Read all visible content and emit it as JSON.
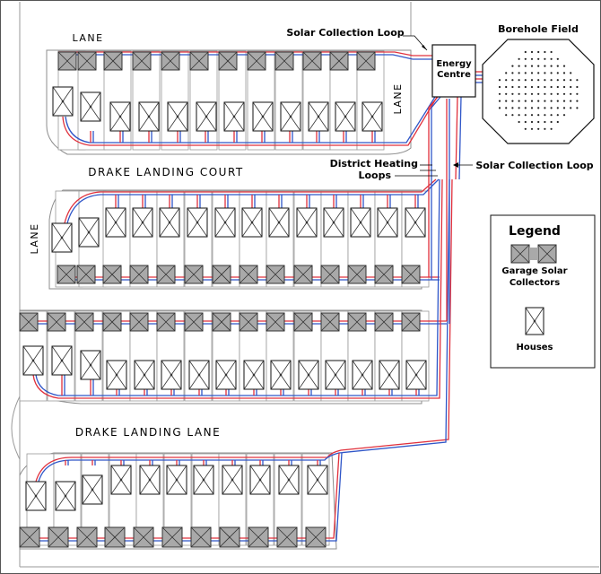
{
  "labels": {
    "lane_top": "LANE",
    "lane_right": "LANE",
    "lane_left": "LANE",
    "solar_loop_top": "Solar Collection Loop",
    "solar_loop_right": "Solar Collection Loop",
    "energy_centre_line1": "Energy",
    "energy_centre_line2": "Centre",
    "borehole_field": "Borehole Field",
    "district_heating_line1": "District Heating",
    "district_heating_line2": "Loops",
    "street_court": "DRAKE LANDING COURT",
    "street_lane": "DRAKE LANDING LANE"
  },
  "legend": {
    "title": "Legend",
    "garage_line1": "Garage Solar",
    "garage_line2": "Collectors",
    "houses": "Houses"
  },
  "colors": {
    "supply_pipe": "#e0303c",
    "return_pipe": "#2f56c8",
    "garage_fill": "#a9a9a9"
  }
}
